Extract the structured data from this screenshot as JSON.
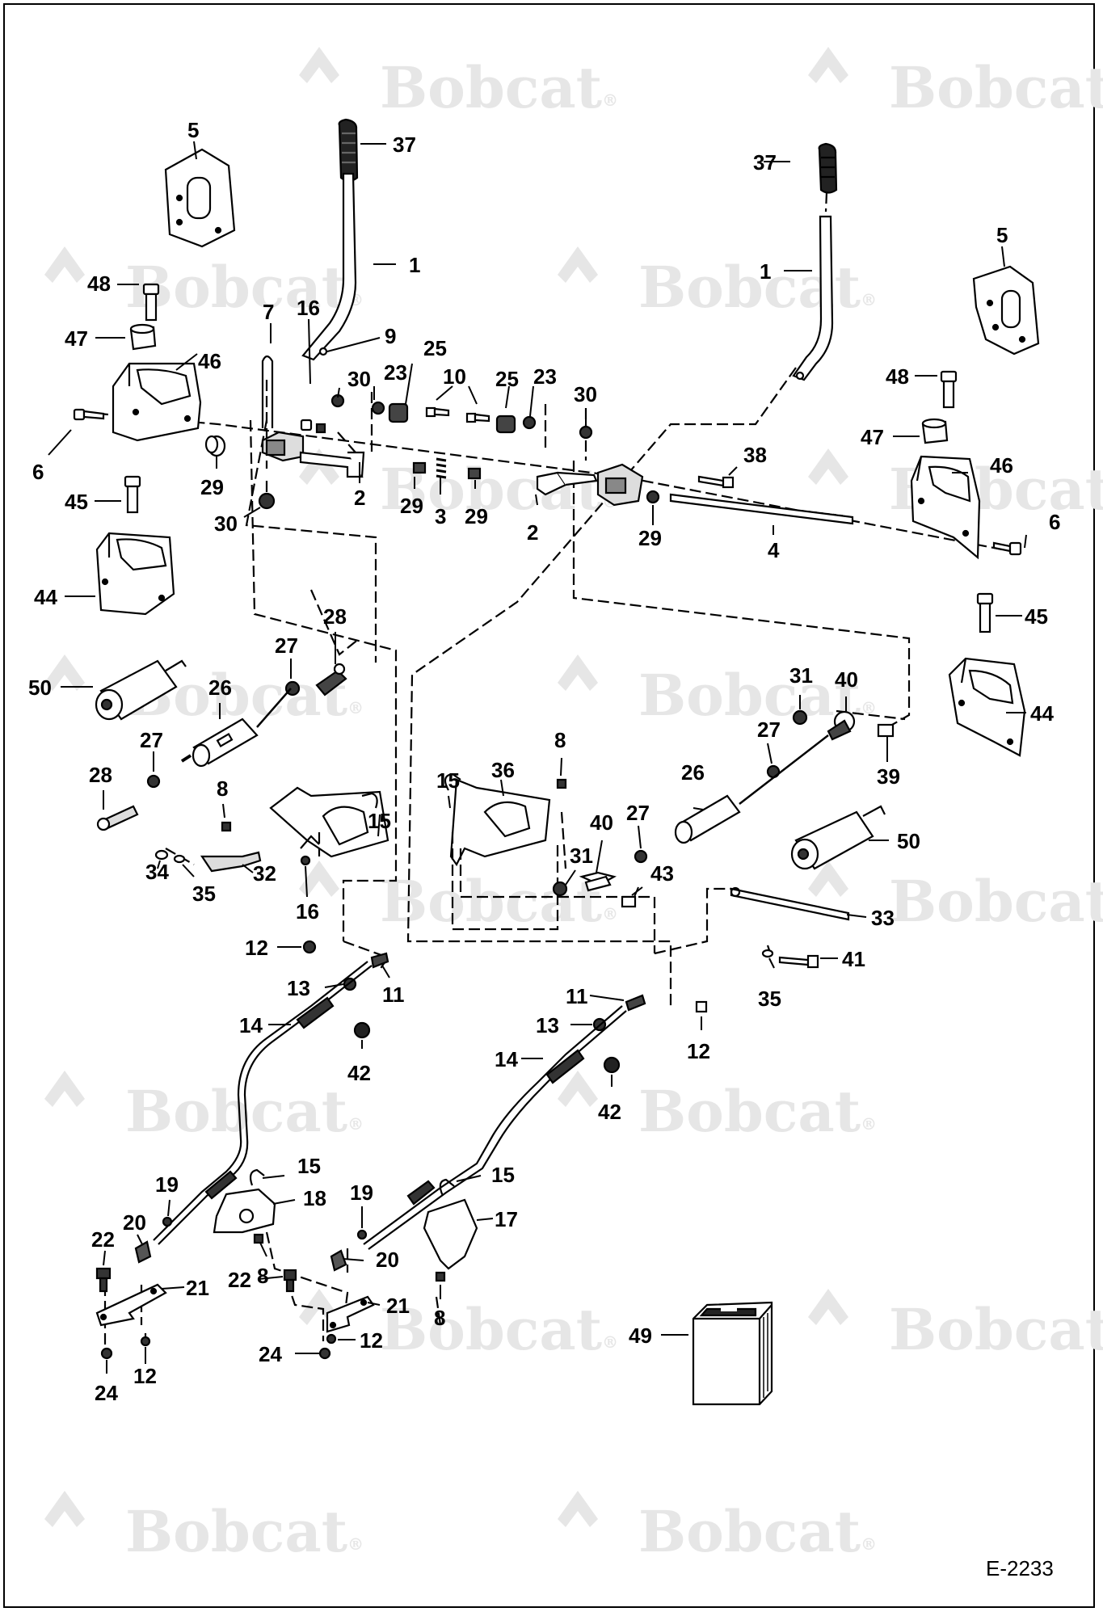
{
  "watermark": {
    "brand": "Bobcat",
    "mark": "®",
    "color": "#e6e6e6"
  },
  "figure_id": "E-2233",
  "callouts": [
    {
      "id": "c1",
      "text": "5"
    },
    {
      "id": "c2",
      "text": "37"
    },
    {
      "id": "c3",
      "text": "1"
    },
    {
      "id": "c4",
      "text": "48"
    },
    {
      "id": "c5",
      "text": "47"
    },
    {
      "id": "c6",
      "text": "46"
    },
    {
      "id": "c7",
      "text": "7"
    },
    {
      "id": "c8",
      "text": "16"
    },
    {
      "id": "c9",
      "text": "9"
    },
    {
      "id": "c10",
      "text": "25"
    },
    {
      "id": "c11",
      "text": "30"
    },
    {
      "id": "c12",
      "text": "23"
    },
    {
      "id": "c13",
      "text": "10"
    },
    {
      "id": "c14",
      "text": "25"
    },
    {
      "id": "c15",
      "text": "23"
    },
    {
      "id": "c16",
      "text": "30"
    },
    {
      "id": "c17",
      "text": "6"
    },
    {
      "id": "c18",
      "text": "29"
    },
    {
      "id": "c19",
      "text": "2"
    },
    {
      "id": "c20",
      "text": "29"
    },
    {
      "id": "c21",
      "text": "3"
    },
    {
      "id": "c22",
      "text": "29"
    },
    {
      "id": "c23",
      "text": "2"
    },
    {
      "id": "c24",
      "text": "30"
    },
    {
      "id": "c25",
      "text": "45"
    },
    {
      "id": "c26",
      "text": "44"
    },
    {
      "id": "c27",
      "text": "37"
    },
    {
      "id": "c28",
      "text": "1"
    },
    {
      "id": "c29",
      "text": "5"
    },
    {
      "id": "c30",
      "text": "48"
    },
    {
      "id": "c31",
      "text": "47"
    },
    {
      "id": "c32",
      "text": "46"
    },
    {
      "id": "c33",
      "text": "38"
    },
    {
      "id": "c34",
      "text": "29"
    },
    {
      "id": "c35",
      "text": "4"
    },
    {
      "id": "c36",
      "text": "6"
    },
    {
      "id": "c37",
      "text": "45"
    },
    {
      "id": "c38",
      "text": "44"
    },
    {
      "id": "c39",
      "text": "28"
    },
    {
      "id": "c40",
      "text": "27"
    },
    {
      "id": "c41",
      "text": "26"
    },
    {
      "id": "c42",
      "text": "50"
    },
    {
      "id": "c43",
      "text": "27"
    },
    {
      "id": "c44",
      "text": "28"
    },
    {
      "id": "c45",
      "text": "8"
    },
    {
      "id": "c46",
      "text": "15"
    },
    {
      "id": "c47",
      "text": "34"
    },
    {
      "id": "c48",
      "text": "35"
    },
    {
      "id": "c49",
      "text": "32"
    },
    {
      "id": "c50",
      "text": "16"
    },
    {
      "id": "c51",
      "text": "31"
    },
    {
      "id": "c52",
      "text": "40"
    },
    {
      "id": "c53",
      "text": "27"
    },
    {
      "id": "c54",
      "text": "39"
    },
    {
      "id": "c55",
      "text": "26"
    },
    {
      "id": "c56",
      "text": "50"
    },
    {
      "id": "c57",
      "text": "8"
    },
    {
      "id": "c58",
      "text": "36"
    },
    {
      "id": "c59",
      "text": "15"
    },
    {
      "id": "c60",
      "text": "40"
    },
    {
      "id": "c61",
      "text": "27"
    },
    {
      "id": "c62",
      "text": "31"
    },
    {
      "id": "c63",
      "text": "43"
    },
    {
      "id": "c64",
      "text": "33"
    },
    {
      "id": "c65",
      "text": "41"
    },
    {
      "id": "c66",
      "text": "35"
    },
    {
      "id": "c67",
      "text": "12"
    },
    {
      "id": "c68",
      "text": "13"
    },
    {
      "id": "c69",
      "text": "11"
    },
    {
      "id": "c70",
      "text": "14"
    },
    {
      "id": "c71",
      "text": "42"
    },
    {
      "id": "c72",
      "text": "11"
    },
    {
      "id": "c73",
      "text": "13"
    },
    {
      "id": "c74",
      "text": "12"
    },
    {
      "id": "c75",
      "text": "14"
    },
    {
      "id": "c76",
      "text": "42"
    },
    {
      "id": "c77",
      "text": "15"
    },
    {
      "id": "c78",
      "text": "18"
    },
    {
      "id": "c79",
      "text": "19"
    },
    {
      "id": "c80",
      "text": "20"
    },
    {
      "id": "c81",
      "text": "22"
    },
    {
      "id": "c82",
      "text": "8"
    },
    {
      "id": "c83",
      "text": "21"
    },
    {
      "id": "c84",
      "text": "24"
    },
    {
      "id": "c85",
      "text": "12"
    },
    {
      "id": "c86",
      "text": "15"
    },
    {
      "id": "c87",
      "text": "17"
    },
    {
      "id": "c88",
      "text": "19"
    },
    {
      "id": "c89",
      "text": "20"
    },
    {
      "id": "c90",
      "text": "22"
    },
    {
      "id": "c91",
      "text": "21"
    },
    {
      "id": "c92",
      "text": "8"
    },
    {
      "id": "c93",
      "text": "12"
    },
    {
      "id": "c94",
      "text": "24"
    },
    {
      "id": "c95",
      "text": "49"
    }
  ]
}
